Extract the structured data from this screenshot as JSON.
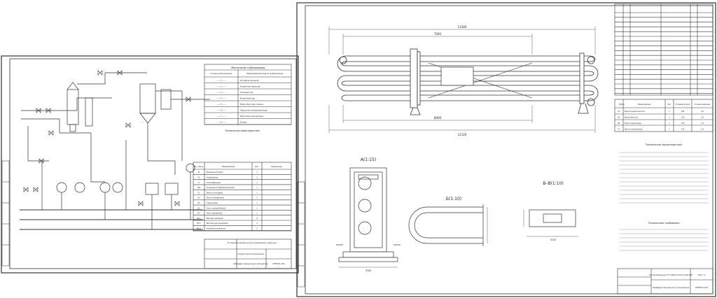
{
  "left_sheet": {
    "legend_title": "Обозначение трубопроводов",
    "legend_headers": [
      "Условное обозначение",
      "Наименование среды в трубопроводе"
    ],
    "legend_rows": [
      {
        "code": "1",
        "label": "Исходная эмульсия"
      },
      {
        "code": "2",
        "label": "Упаренная эмульсия"
      },
      {
        "code": "3",
        "label": "Греющий пар"
      },
      {
        "code": "4",
        "label": "Вторичный пар"
      },
      {
        "code": "5",
        "label": "Вода оборотная подача"
      },
      {
        "code": "6",
        "label": "Оборотная промывная вода"
      },
      {
        "code": "7",
        "label": "Вода оборотная возврат"
      },
      {
        "code": "8",
        "label": "Воздух"
      }
    ],
    "tech_title": "Техническая характеристика",
    "spec_headers": [
      "Поз. обозн.",
      "Наименование",
      "Кол.",
      "Примечание"
    ],
    "spec_rows": [
      {
        "pos": "А1",
        "name": "Выпарная аппарат",
        "qty": "1"
      },
      {
        "pos": "А2",
        "name": "Конденсатор",
        "qty": "1"
      },
      {
        "pos": "П",
        "name": "Теплообменник",
        "qty": "1"
      },
      {
        "pos": "ВЦ",
        "name": "Конденсатор барометрический",
        "qty": "1"
      },
      {
        "pos": "Е1",
        "name": "Ёмкость исходная",
        "qty": "1"
      },
      {
        "pos": "Е2",
        "name": "Ёмкость упаренная",
        "qty": "1"
      },
      {
        "pos": "Е3",
        "name": "Гидрозатвор",
        "qty": "1"
      },
      {
        "pos": "Н1",
        "name": "Насос центробежный",
        "qty": "1"
      },
      {
        "pos": "Н2",
        "name": "Насос вакуумный",
        "qty": "1"
      },
      {
        "pos": "В1.1",
        "name": "Вентиль запорный",
        "qty": "8"
      },
      {
        "pos": "ВЗ.1",
        "name": "Вентиль регулирующий",
        "qty": "4"
      },
      {
        "pos": "ВЗ.2",
        "name": "Конденсатоотводчик",
        "qty": "2"
      }
    ],
    "title_block": {
      "project": "Установка выпарная для упаривания эмульсии",
      "sheet_name": "Схема технологическая",
      "org": "Кафедра процессов и аппаратов",
      "group": "ГРУППА 101"
    }
  },
  "right_sheet": {
    "dims": {
      "overall": "13300",
      "mid": "7040",
      "lower": "8000",
      "bottom": "12120"
    },
    "section_a": "А(1:15)",
    "section_b": "Б(1:10)",
    "section_bb": "В–В(1:10)",
    "section_a_dims": {
      "width": "3300"
    },
    "section_bb_dims": {
      "length": "3220"
    },
    "tech_title": "Техническая характеристика",
    "req_title": "Технические требования",
    "nozzle_headers": [
      "Обозн.",
      "Наименование",
      "Кол.",
      "Условный проход",
      "Условное давление"
    ],
    "nozzle_rows": [
      {
        "id": "А1",
        "name": "Вход исходной эмульсии",
        "qty": "1",
        "dn": "125",
        "pn": "1,6"
      },
      {
        "id": "Б1",
        "name": "Выход эмульсии",
        "qty": "1",
        "dn": "125",
        "pn": "1,6"
      },
      {
        "id": "В1",
        "name": "Вход холодной воды",
        "qty": "1",
        "dn": "125",
        "pn": "1,6"
      },
      {
        "id": "Г1",
        "name": "Выход холодной воды",
        "qty": "1",
        "dn": "125",
        "pn": "1,6"
      }
    ],
    "title_block": {
      "project": "Теплообменник ТТ 2400-2,5/4-4,0/2,5 М",
      "org": "Кафедра процессов и аппаратов",
      "group": "ГРУППА 101",
      "sheet": "Лист 1"
    }
  }
}
